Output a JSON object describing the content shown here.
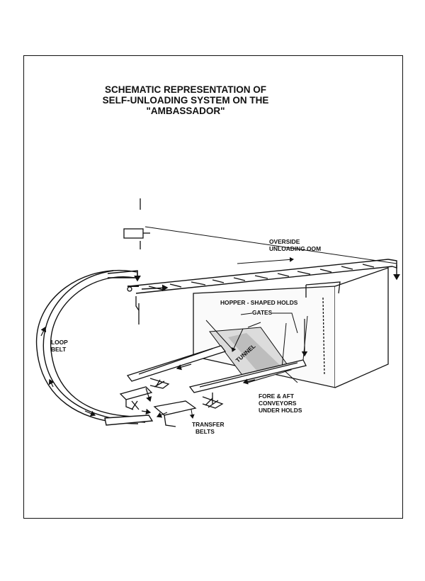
{
  "title": {
    "line1": "SCHEMATIC REPRESENTATION OF",
    "line2": "SELF-UNLOADING SYSTEM ON THE",
    "line3": "\"AMBASSADOR\""
  },
  "labels": {
    "overside_1": "OVERSIDE",
    "overside_2": "UNLOADING   OOM",
    "hopper": "HOPPER - SHAPED HOLDS",
    "gates": "GATES",
    "tunnel": "TUNNEL",
    "loop_1": "LOOP",
    "loop_2": "BELT",
    "fore_1": "FORE & AFT",
    "fore_2": "CONVEYORS",
    "fore_3": "UNDER HOLDS",
    "transfer_1": "TRANSFER",
    "transfer_2": "BELTS"
  }
}
